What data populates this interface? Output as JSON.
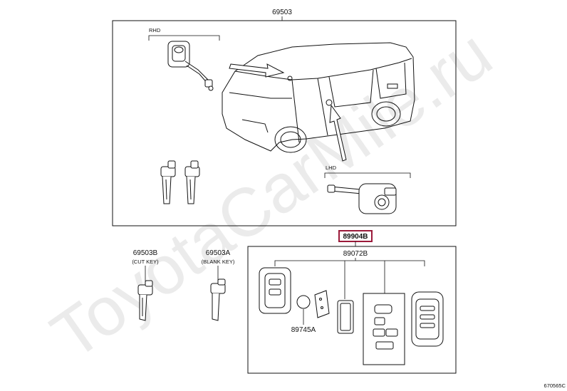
{
  "watermark": "ToyotaCarMile.ru",
  "labels": {
    "assembly_main": "69503",
    "rhd": "RHD",
    "lhd": "LHD",
    "cut_key_part": "69503B",
    "cut_key_note": "(CUT KEY)",
    "blank_key_part": "69503A",
    "blank_key_note": "(BLANK KEY)",
    "highlighted_part": "89904B",
    "transmitter_part": "89072B",
    "battery_part": "89745A",
    "figure_id": "670565C"
  },
  "colors": {
    "highlight_border": "#9b1a3a",
    "line": "#111111"
  }
}
